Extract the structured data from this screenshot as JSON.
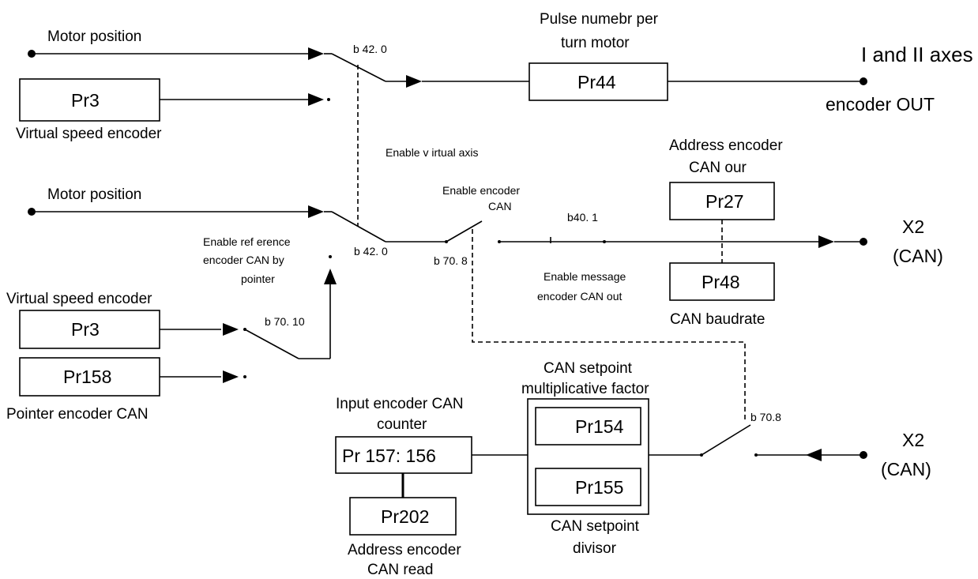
{
  "labels": {
    "motor_position_top": "Motor position",
    "pulse_number_line1": "Pulse numebr per",
    "pulse_number_line2": "turn motor",
    "axes_out_line1": "I and II axes",
    "axes_out_line2": "encoder OUT",
    "virtual_speed_encoder_top": "Virtual speed encoder",
    "enable_virtual_axis": "Enable v irtual axis",
    "address_encoder_out_line1": "Address encoder",
    "address_encoder_out_line2": "CAN our",
    "motor_position_mid": "Motor position",
    "enable_encoder_can_line1": "Enable encoder",
    "enable_encoder_can_line2": "CAN",
    "x2_can_top_line1": "X2",
    "x2_can_top_line2": "(CAN)",
    "enable_reference_line1": "Enable ref erence",
    "enable_reference_line2": "encoder CAN by",
    "enable_reference_line3": "pointer",
    "enable_message_line1": "Enable message",
    "enable_message_line2": "encoder CAN out",
    "can_baudrate": "CAN baudrate",
    "virtual_speed_encoder_left": "Virtual speed encoder",
    "pointer_encoder_can": "Pointer encoder CAN",
    "can_setpoint_mult_line1": "CAN setpoint",
    "can_setpoint_mult_line2": "multiplicative factor",
    "input_encoder_counter_line1": "Input encoder CAN",
    "input_encoder_counter_line2": "counter",
    "x2_can_bottom_line1": "X2",
    "x2_can_bottom_line2": "(CAN)",
    "can_setpoint_div_line1": "CAN setpoint",
    "can_setpoint_div_line2": "divisor",
    "address_encoder_read_line1": "Address encoder",
    "address_encoder_read_line2": "CAN read"
  },
  "bits": {
    "b42_0_top": "b 42. 0",
    "b42_0_mid": "b 42. 0",
    "b40_1": "b40. 1",
    "b70_8_mid": "b 70. 8",
    "b70_10": "b 70. 10",
    "b70_8_bottom": "b 70.8"
  },
  "boxes": {
    "pr3_top": "Pr3",
    "pr44": "Pr44",
    "pr27": "Pr27",
    "pr48": "Pr48",
    "pr3_left": "Pr3",
    "pr158": "Pr158",
    "pr154": "Pr154",
    "pr155": "Pr155",
    "pr157_156": "Pr 157: 156",
    "pr202": "Pr202"
  }
}
